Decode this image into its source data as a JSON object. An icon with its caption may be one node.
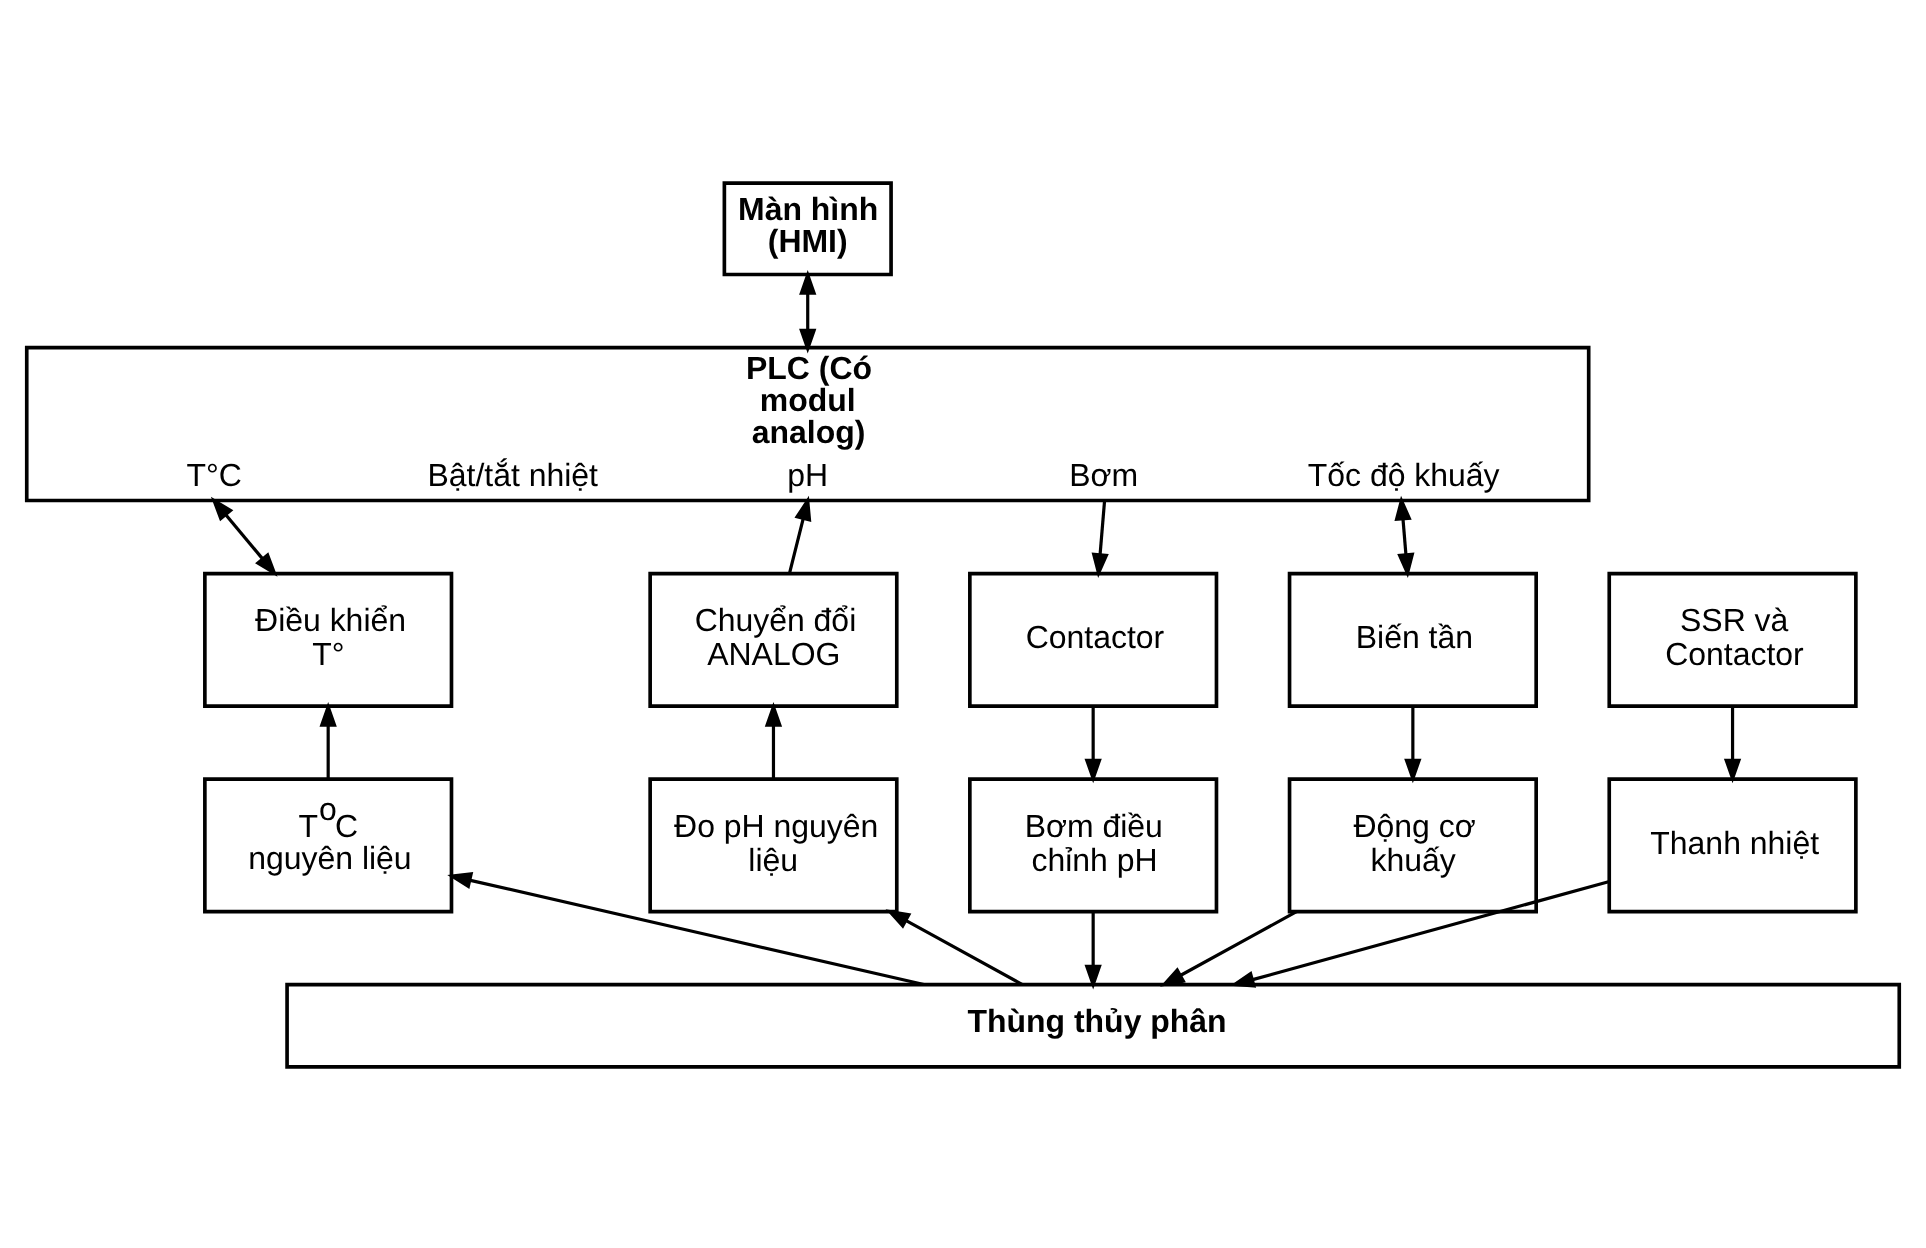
{
  "diagram": {
    "nodes": [
      {
        "text": [
          "Màn hình (HMI)"
        ]
      },
      {
        "text": [
          "PLC (Có modul analog)",
          "T°C",
          "Bật/tắt nhiệt",
          "pH",
          "Bơm",
          "Tốc độ khuấy"
        ]
      },
      {
        "text": [
          "Điều khiển T°"
        ]
      },
      {
        "text": [
          "SSR và Contactor"
        ]
      },
      {
        "text": [
          "Chuyển đổi ANALOG"
        ]
      },
      {
        "text": [
          "Contactor"
        ]
      },
      {
        "text": [
          "Biến tần"
        ]
      },
      {
        "text": [
          "T$^{o}$C nguyên liệu"
        ]
      },
      {
        "text": [
          "Thanh nhiệt"
        ]
      },
      {
        "text": [
          "Đo pH nguyên liệu"
        ]
      },
      {
        "text": [
          "Bơm điều chỉnh pH"
        ]
      },
      {
        "text": [
          "Động cơ khuấy"
        ]
      },
      {
        "text": [
          "Thùng thủy phân"
        ]
      }
    ],
    "edges": [
      {
        "from": 0,
        "to": 1,
        "arrow": "both"
      },
      {
        "from": 1,
        "to": 2,
        "arrow": "both"
      },
      {
        "from": 4,
        "to": 1,
        "arrow": "to"
      },
      {
        "from": 1,
        "to": 5,
        "arrow": "to"
      },
      {
        "from": 1,
        "to": 6,
        "arrow": "both"
      },
      {
        "from": 7,
        "to": 2,
        "arrow": "to"
      },
      {
        "from": 3,
        "to": 8,
        "arrow": "to"
      },
      {
        "from": 9,
        "to": 4,
        "arrow": "to"
      },
      {
        "from": 5,
        "to": 10,
        "arrow": "to"
      },
      {
        "from": 6,
        "to": 11,
        "arrow": "to"
      },
      {
        "from": 12,
        "to": 7,
        "arrow": "to"
      },
      {
        "from": 8,
        "to": 12,
        "arrow": "to"
      },
      {
        "from": 12,
        "to": 9,
        "arrow": "to"
      },
      {
        "from": 10,
        "to": 12,
        "arrow": "to"
      },
      {
        "from": 11,
        "to": 12,
        "arrow": "to"
      }
    ]
  }
}
